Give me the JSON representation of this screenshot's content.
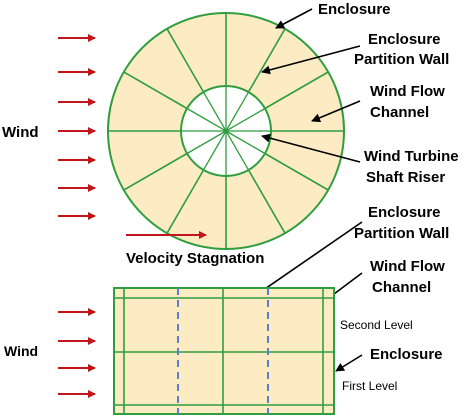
{
  "labels": {
    "enclosure_top": "Enclosure",
    "partition_top_1": "Enclosure",
    "partition_top_2": "Partition Wall",
    "flow_top_1": "Wind Flow",
    "flow_top_2": "Channel",
    "wind_top": "Wind",
    "turbine_1": "Wind Turbine",
    "turbine_2": "Shaft Riser",
    "velocity": "Velocity Stagnation",
    "partition_bot_1": "Enclosure",
    "partition_bot_2": "Partition Wall",
    "flow_bot_1": "Wind Flow",
    "flow_bot_2": "Channel",
    "second_level": "Second Level",
    "wind_bottom": "Wind",
    "enclosure_bottom": "Enclosure",
    "first_level": "First Level"
  },
  "colors": {
    "fill": "#fdebc4",
    "structure": "#2e9e3e",
    "arrow": "#c0161c",
    "pointer": "#000000",
    "dashed_riser": "#5a7fcf"
  }
}
